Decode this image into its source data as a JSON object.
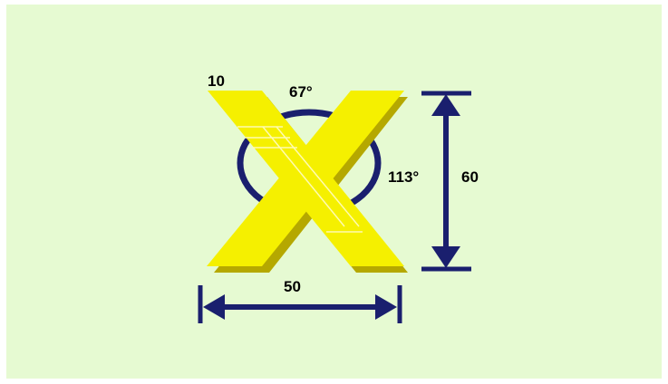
{
  "labels": {
    "thickness": "10",
    "acute_angle": "67°",
    "obtuse_angle": "113°",
    "height": "60",
    "width": "50"
  },
  "colors": {
    "background": "#e6fad2",
    "x_fill": "#f5f000",
    "x_shadow": "#c8b400",
    "dimension": "#1a1f6e"
  }
}
